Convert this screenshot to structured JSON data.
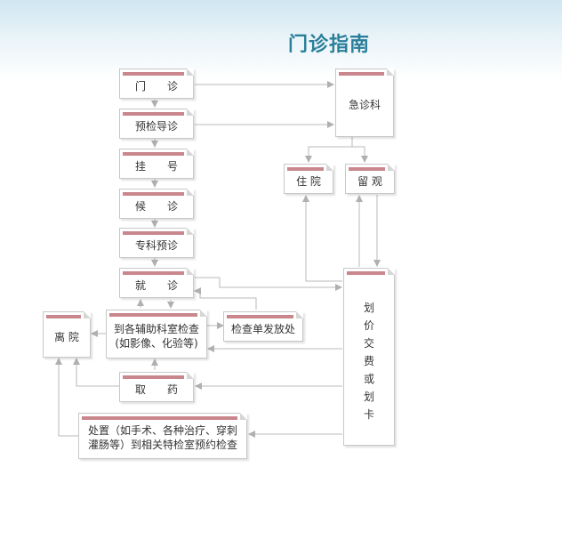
{
  "title": "门诊指南",
  "nodes": {
    "menzhen": "门　　诊",
    "yujian": "预检导诊",
    "guahao": "挂　　号",
    "houzhen": "候　　诊",
    "zhuanke": "专科预诊",
    "jiuzhen": "就　　诊",
    "fuzhu_line1": "到各辅助科室检查",
    "fuzhu_line2": "(如影像、化验等)",
    "jianchadan": "检查单发放处",
    "liyuan": "离 院",
    "quyao": "取　　药",
    "chuzhi_line1": "处置（如手术、各种治疗、穿刺",
    "chuzhi_line2": "灌肠等）到相关特检室预约检查",
    "jizhen": "急诊科",
    "zhuyuan": "住 院",
    "liuguan": "留 观",
    "huajia": [
      "划",
      "价",
      "交",
      "费",
      "或",
      "划",
      "卡"
    ]
  }
}
